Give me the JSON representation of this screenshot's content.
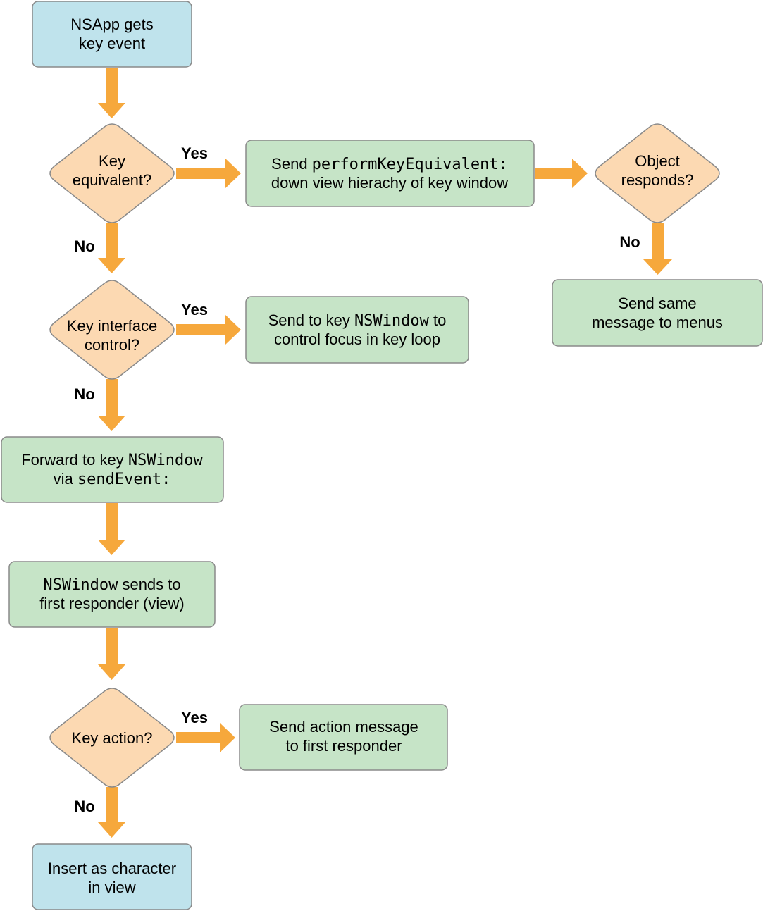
{
  "colors": {
    "terminal_fill": "#bfe3ec",
    "process_fill": "#c6e4c7",
    "decision_fill": "#fcd9b2",
    "node_stroke": "#8a8a8a",
    "arrow": "#f6a83c"
  },
  "nodes": {
    "start": {
      "line1": "NSApp gets",
      "line2": "key event"
    },
    "decision_key_equivalent": {
      "line1": "Key",
      "line2": "equivalent?"
    },
    "send_perform_key_equivalent": {
      "line1_prefix": "Send ",
      "line1_code": "performKeyEquivalent:",
      "line2": "down view hierachy of key window"
    },
    "decision_object_responds": {
      "line1": "Object",
      "line2": "responds?"
    },
    "send_to_menus": {
      "line1": "Send same",
      "line2": "message to menus"
    },
    "decision_key_interface_control": {
      "line1": "Key interface",
      "line2": "control?"
    },
    "send_to_key_window": {
      "line1_prefix": "Send to key ",
      "line1_code": "NSWindow",
      "line1_suffix": " to",
      "line2": "control focus in key loop"
    },
    "forward_to_key_window": {
      "line1_prefix": "Forward to key ",
      "line1_code": "NSWindow",
      "line2_prefix": "via ",
      "line2_code": "sendEvent:"
    },
    "window_sends_first_responder": {
      "line1_code": "NSWindow",
      "line1_suffix": " sends to",
      "line2": "first responder (view)"
    },
    "decision_key_action": {
      "line1": "Key action?"
    },
    "send_action_message": {
      "line1": "Send action message",
      "line2": "to first responder"
    },
    "insert_character": {
      "line1": "Insert as character",
      "line2": "in view"
    }
  },
  "edge_labels": {
    "key_equivalent_yes": "Yes",
    "key_equivalent_no": "No",
    "object_responds_no": "No",
    "key_interface_yes": "Yes",
    "key_interface_no": "No",
    "key_action_yes": "Yes",
    "key_action_no": "No"
  }
}
